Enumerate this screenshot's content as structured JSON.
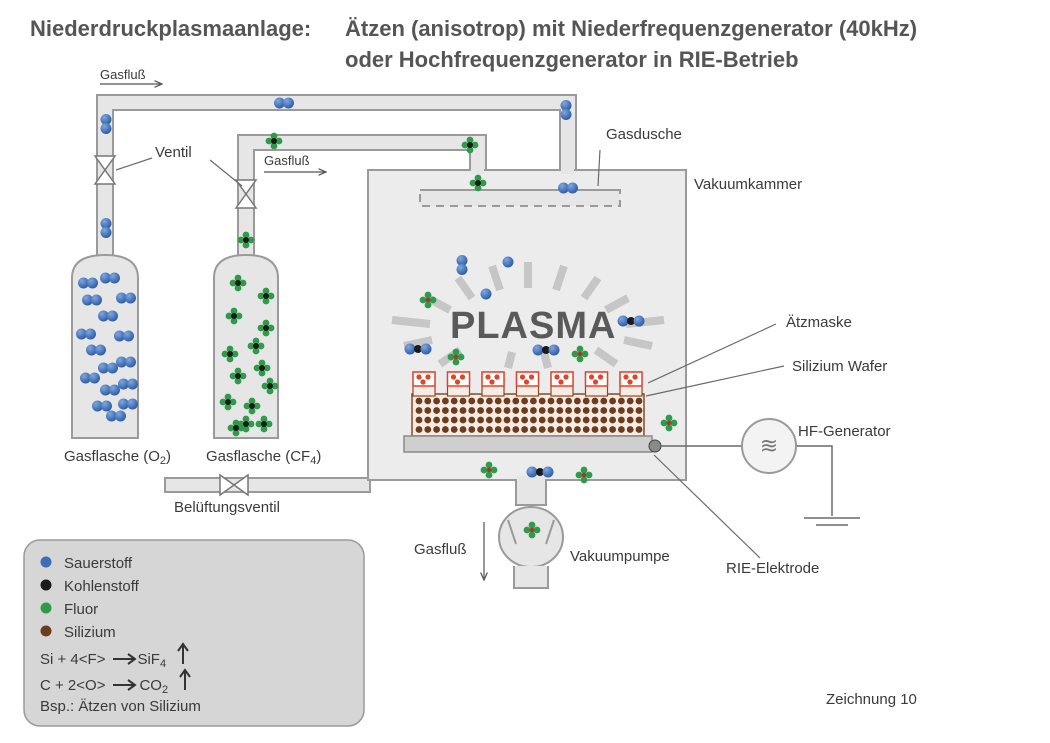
{
  "title": {
    "left": "Niederdruckplasmaanlage:",
    "line1": "Ätzen (anisotrop) mit Niederfrequenzgenerator (40kHz)",
    "line2": "oder Hochfrequenzgenerator in RIE-Betrieb"
  },
  "labels": {
    "gasflow_top": "Gasfluß",
    "gasflow_mid": "Gasfluß",
    "gasflow_pump": "Gasfluß",
    "ventil": "Ventil",
    "gasdusche": "Gasdusche",
    "vakuumkammer": "Vakuumkammer",
    "plasma": "PLASMA",
    "aetzmaske": "Ätzmaske",
    "silizium_wafer": "Silizium Wafer",
    "hf_generator": "HF-Generator",
    "gasflasche_o2": "Gasflasche (O",
    "gasflasche_o2_sub": "2",
    "gasflasche_o2_end": ")",
    "gasflasche_cf4": "Gasflasche (CF",
    "gasflasche_cf4_sub": "4",
    "gasflasche_cf4_end": ")",
    "belueftungsventil": "Belüftungsventil",
    "vakuumpumpe": "Vakuumpumpe",
    "rie_elektrode": "RIE-Elektrode",
    "drawing_number": "Zeichnung 10"
  },
  "legend": {
    "items": [
      {
        "label": "Sauerstoff",
        "color": "#3d6fb6"
      },
      {
        "label": "Kohlenstoff",
        "color": "#1a1a1a"
      },
      {
        "label": "Fluor",
        "color": "#2e9a4a"
      },
      {
        "label": "Silizium",
        "color": "#6b3c1e"
      }
    ],
    "eq1_a": "Si + 4<F>",
    "eq1_b": "SiF",
    "eq1_sub": "4",
    "eq2_a": "C + 2<O>",
    "eq2_b": "CO",
    "eq2_sub": "2",
    "example": "Bsp.: Ätzen von Silizium"
  },
  "colors": {
    "oxygen": "#3d6fb6",
    "carbon": "#1a1a1a",
    "fluorine": "#2e9a4a",
    "silicon": "#6b3c1e",
    "mask": "#e0442c",
    "chamber_fill": "#ececec",
    "chamber_stroke": "#9a9a9a"
  }
}
